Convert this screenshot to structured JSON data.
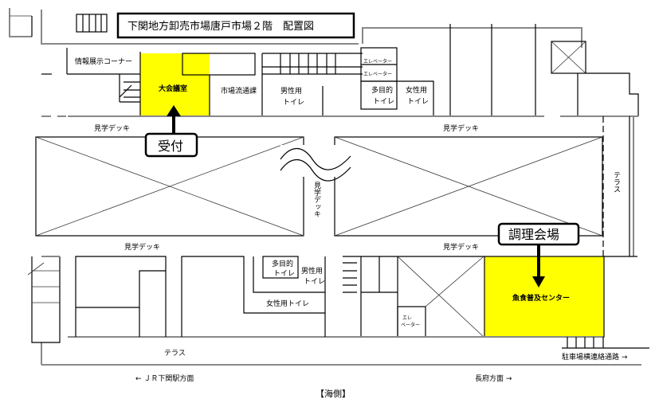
{
  "title": "下関地方卸売市場唐戸市場２階　配置図",
  "colors": {
    "highlight": "#ffff00",
    "line": "#000000",
    "wall": "#888888"
  },
  "rooms": {
    "info_corner": "情報展示コーナー",
    "conference": "大会議室",
    "market_section": "市場流通課",
    "mens_toilet_top": [
      "男性用",
      "トイレ"
    ],
    "elevator_1": "エレベーター",
    "elevator_2": "エレベーター",
    "multi_toilet_top": [
      "多目的",
      "トイレ"
    ],
    "womens_toilet_top": [
      "女性用",
      "トイレ"
    ],
    "multi_toilet_bottom": [
      "多目的",
      "トイレ"
    ],
    "mens_toilet_bottom": [
      "男性用",
      "トイレ"
    ],
    "womens_toilet_bottom": "女性用トイレ",
    "elevator_3": [
      "エレ",
      "ベーター"
    ],
    "fish_center": "魚食普及センター"
  },
  "labels": {
    "deck_top_left": "見学デッキ",
    "deck_top_right": "見学デッキ",
    "deck_center": "見学デッキ",
    "deck_bottom_left": "見学デッキ",
    "deck_bottom_right": "見学デッキ",
    "terrace_right": "テラス",
    "terrace_bottom": "テラス",
    "parking_passage": "駐車場横連絡通路 →",
    "jr_direction": "← ＪＲ下関駅方面",
    "chofu_direction": "長府方面 →",
    "sea_side": "【海側】"
  },
  "callouts": {
    "reception": "受付",
    "cooking_venue": "調理会場"
  }
}
